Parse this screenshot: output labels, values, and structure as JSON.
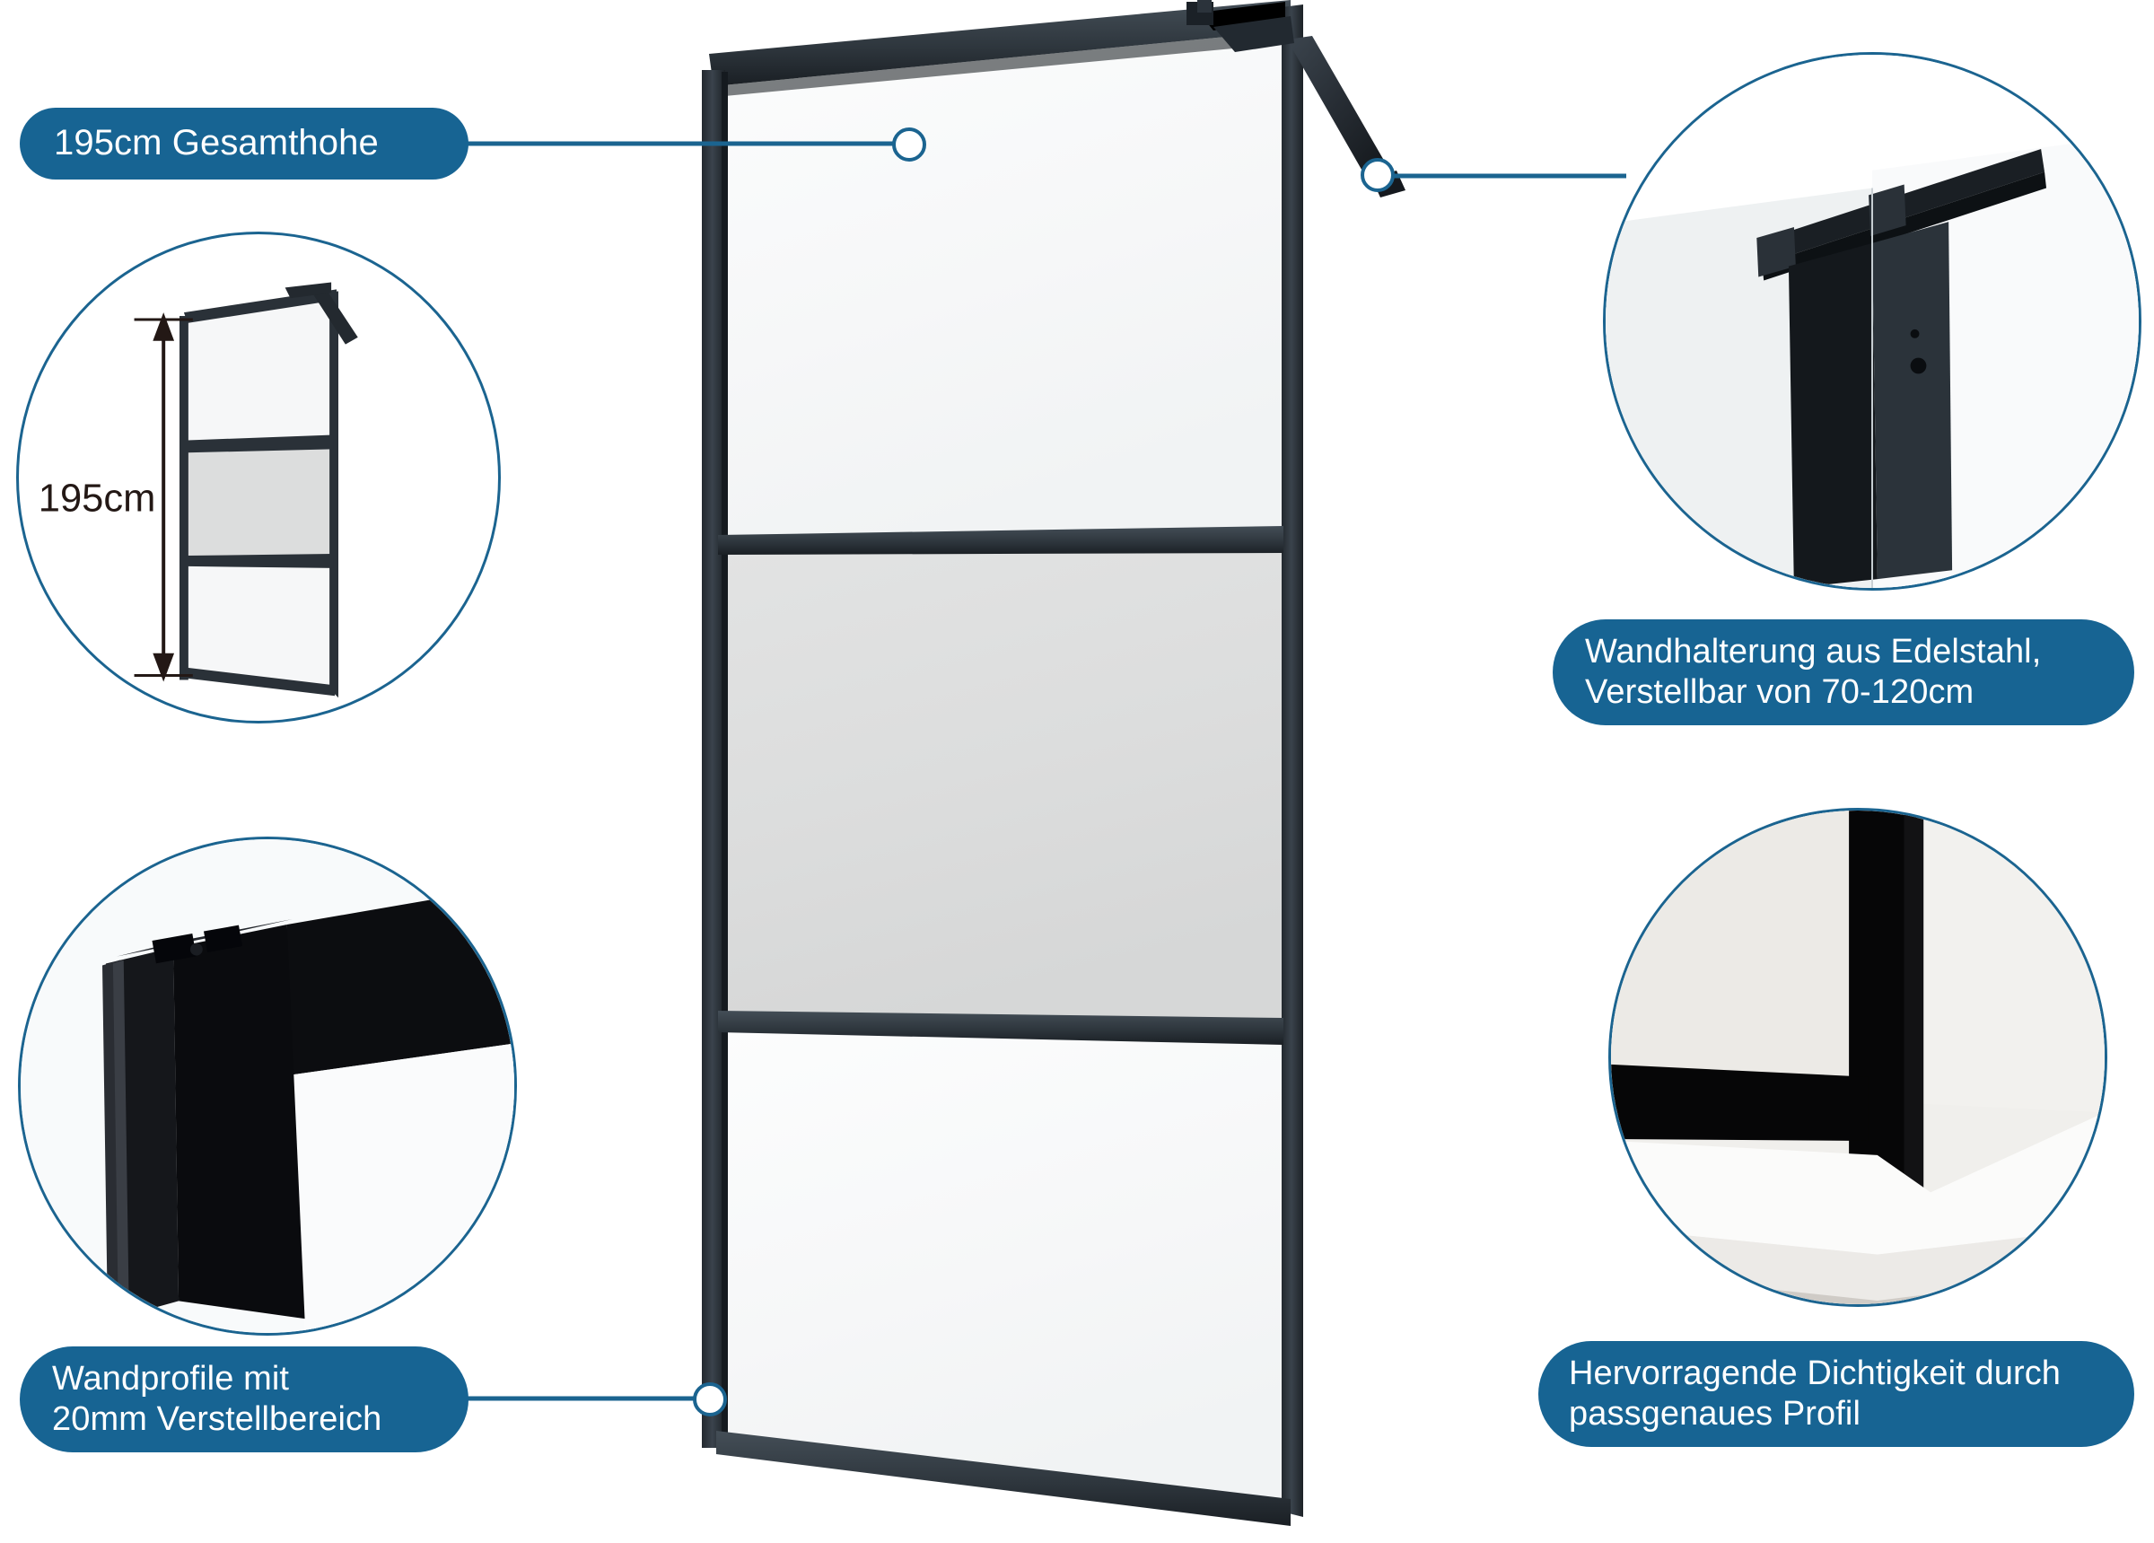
{
  "theme": {
    "accent_blue": "#1b6490",
    "pill_blue": "#176493",
    "pill_text": "#ffffff",
    "frame_dark": "#343d46",
    "frame_black": "#0f0f12",
    "glass_clear": "#f7f8f9",
    "glass_frosted": "#dcdddd",
    "background": "#ffffff"
  },
  "callouts": [
    {
      "id": "total-height",
      "text": "195cm Gesamthohe",
      "lines": 1,
      "position": "top-left"
    },
    {
      "id": "wall-mount",
      "text": "Wandhalterung aus Edelstahl,\nVerstellbar von 70-120cm",
      "lines": 2,
      "position": "right-upper"
    },
    {
      "id": "wall-profile",
      "text": "Wandprofile mit\n20mm Verstellbereich",
      "lines": 2,
      "position": "bottom-left"
    },
    {
      "id": "seal-quality",
      "text": "Hervorragende Dichtigkeit durch\npassgenaues Profil",
      "lines": 2,
      "position": "bottom-right"
    }
  ],
  "detail_bubbles": [
    {
      "id": "dimension-diagram",
      "kind": "line-drawing",
      "caption_ref": "total-height",
      "dimension_label": "195cm"
    },
    {
      "id": "wall-bracket-photo",
      "kind": "photo",
      "caption_ref": "wall-mount"
    },
    {
      "id": "wall-profile-photo",
      "kind": "photo",
      "caption_ref": "wall-profile"
    },
    {
      "id": "tray-seal-photo",
      "kind": "photo",
      "caption_ref": "seal-quality"
    }
  ],
  "product": {
    "name": "walk-in-shower-screen",
    "panels": [
      {
        "id": "upper-glass",
        "finish": "clear"
      },
      {
        "id": "middle-glass",
        "finish": "frosted"
      },
      {
        "id": "lower-glass",
        "finish": "clear"
      }
    ],
    "stabilizer_bar": true,
    "frame_color_name": "matte-black"
  }
}
